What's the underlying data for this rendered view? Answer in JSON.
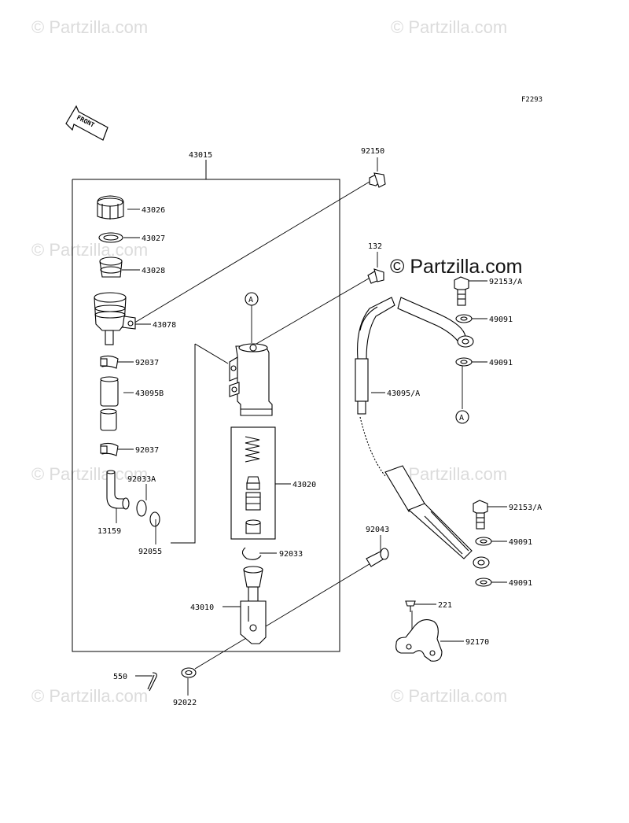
{
  "watermark": {
    "text": "© Partzilla.com",
    "main_text": "© Partzilla.com"
  },
  "figure_code": "F2293",
  "front_label": "FRONT",
  "callouts": {
    "ref_a": "A",
    "assembly": "43015",
    "bolt_banjo": "92150",
    "bolt_small": "132",
    "cap": "43026",
    "diaphragm_plate": "43027",
    "diaphragm": "43028",
    "reservoir": "43078",
    "clamp_upper": "92037",
    "hose_reservoir": "43095B",
    "clamp_lower": "92037",
    "fitting_clip": "92033A",
    "elbow_fitting": "13159",
    "oring": "92055",
    "piston_kit": "43020",
    "circlip": "92033",
    "push_rod": "43010",
    "cotter_pin": "550",
    "washer": "92022",
    "pin": "92043",
    "banjo_bolt_upper": "92153/A",
    "gasket_1": "49091",
    "gasket_2": "49091",
    "brake_hose": "43095/A",
    "banjo_bolt_lower": "92153/A",
    "gasket_3": "49091",
    "gasket_4": "49091",
    "screw": "221",
    "hose_clamp": "92170"
  },
  "colors": {
    "ink": "#000000",
    "watermark": "#dcdcdc",
    "paper": "#ffffff"
  }
}
